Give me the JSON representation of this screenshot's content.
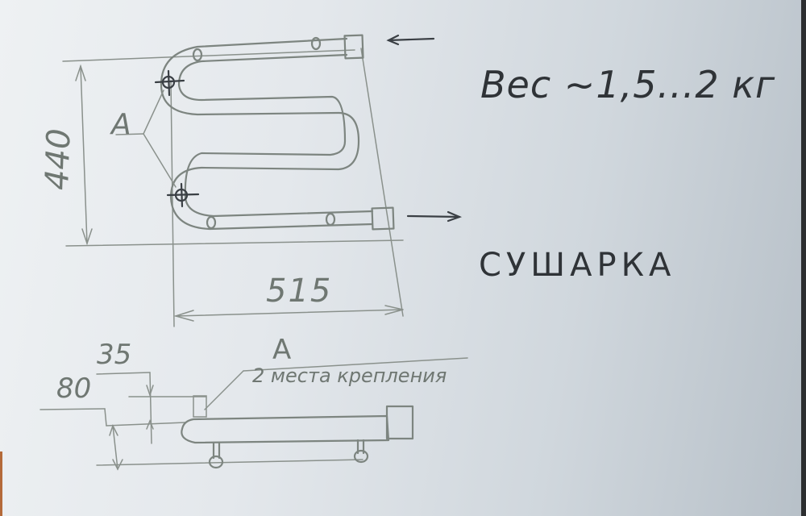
{
  "sketch": {
    "title": "СУШАРКА",
    "weight_note": "Вес ~1,5...2 кг",
    "front_view": {
      "height_dim": "440",
      "width_dim": "515",
      "mount_label": "А",
      "flow_arrows": [
        "inlet-left-arrow",
        "outlet-right-arrow"
      ]
    },
    "side_view": {
      "dim_top": "35",
      "dim_offset": "80",
      "mount_label": "А",
      "mount_note": "2 места крепления"
    }
  },
  "colors": {
    "paper": "#e4e8ec",
    "pencil": "#7d8580",
    "ink": "#3a3f44"
  }
}
